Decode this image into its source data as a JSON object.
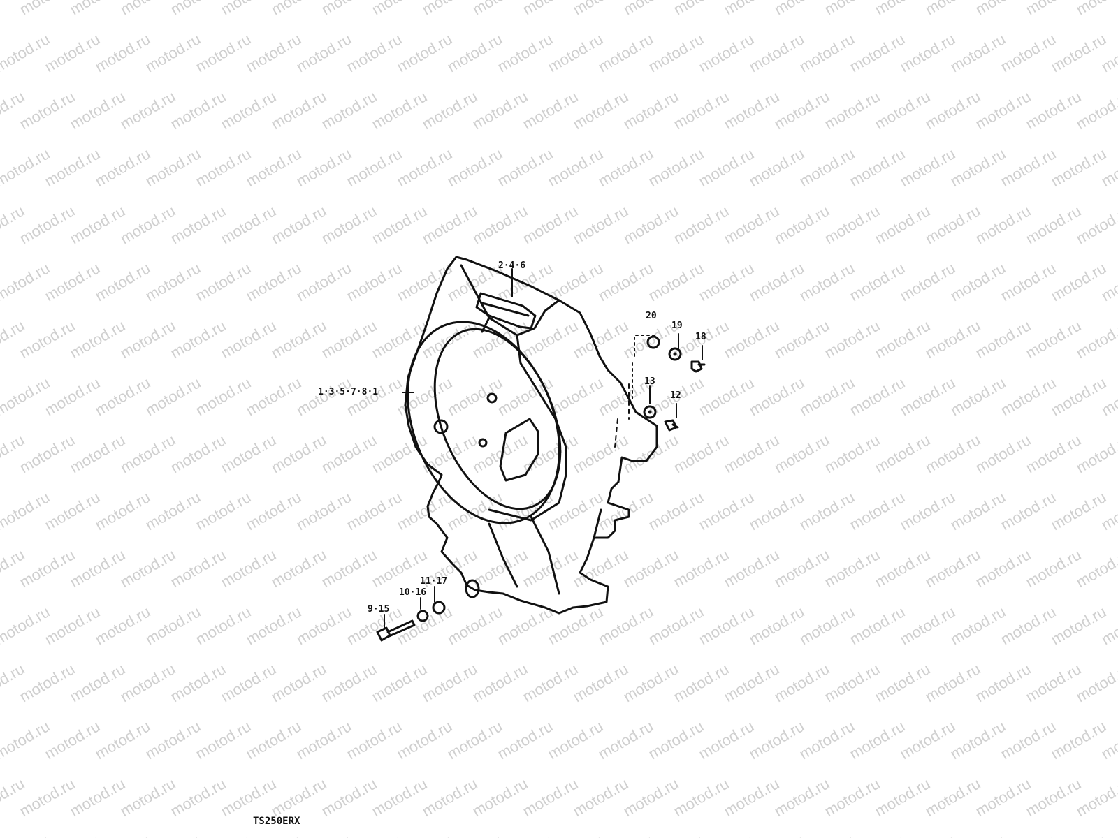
{
  "watermark": {
    "text": "motod.ru"
  },
  "model_code": "TS250ERX",
  "callouts": [
    {
      "id": "c-246",
      "text": "2·4·6"
    },
    {
      "id": "c-1357",
      "text": "1·3·5·7·8·1"
    },
    {
      "id": "c-20",
      "text": "20"
    },
    {
      "id": "c-19",
      "text": "19"
    },
    {
      "id": "c-18",
      "text": "18"
    },
    {
      "id": "c-13",
      "text": "13"
    },
    {
      "id": "c-12",
      "text": "12"
    },
    {
      "id": "c-1117",
      "text": "11·17"
    },
    {
      "id": "c-1016",
      "text": "10·16"
    },
    {
      "id": "c-915",
      "text": "9·15"
    }
  ]
}
